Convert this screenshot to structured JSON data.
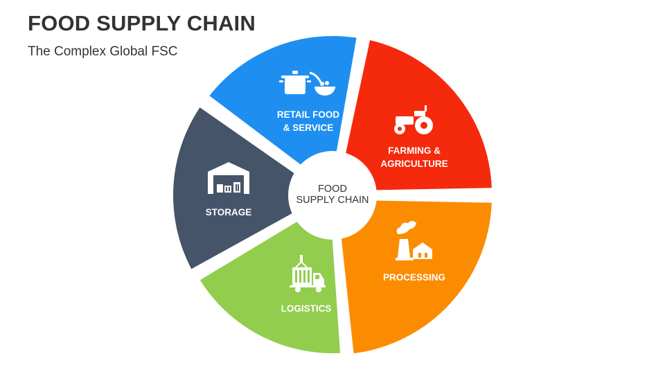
{
  "header": {
    "title": "FOOD SUPPLY CHAIN",
    "subtitle": "The Complex Global FSC"
  },
  "center": {
    "line1": "FOOD",
    "line2": "SUPPLY CHAIN"
  },
  "segments": [
    {
      "line1": "RETAIL FOOD",
      "line2": "& SERVICE",
      "color": "#1E8FF0",
      "icon": "cooking-pot-bowl-icon"
    },
    {
      "line1": "FARMING &",
      "line2": "AGRICULTURE",
      "color": "#F5290C",
      "icon": "tractor-icon"
    },
    {
      "line1": "PROCESSING",
      "line2": "",
      "color": "#FB8C00",
      "icon": "factory-icon"
    },
    {
      "line1": "LOGISTICS",
      "line2": "",
      "color": "#92CD4E",
      "icon": "container-truck-icon"
    },
    {
      "line1": "STORAGE",
      "line2": "",
      "color": "#455468",
      "icon": "warehouse-icon"
    }
  ]
}
